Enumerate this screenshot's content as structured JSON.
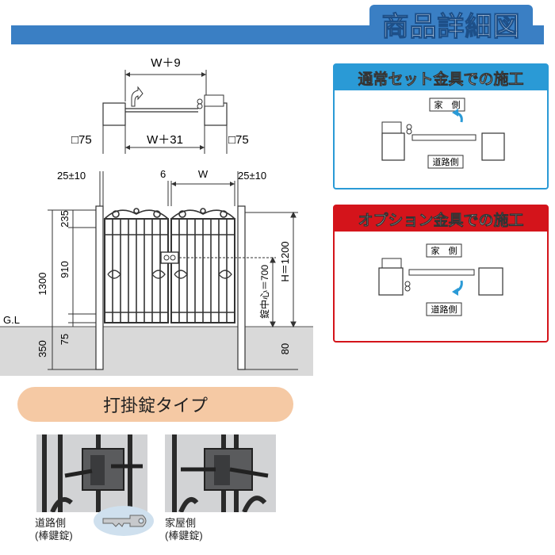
{
  "header": {
    "title": "商品詳細図"
  },
  "top_view": {
    "w_top": "W＋9",
    "w_bottom": "W＋31",
    "post_left": "□75",
    "post_right": "□75"
  },
  "front_view": {
    "clearance_left": "25±10",
    "gap_center": "6",
    "width": "W",
    "clearance_right": "25±10",
    "dim_1300": "1300",
    "dim_235": "235",
    "dim_910": "910",
    "dim_75": "75",
    "dim_350": "350",
    "ground_label": "G.L",
    "lock_center": "錠中心＝700",
    "height": "H＝1200",
    "dim_80": "80"
  },
  "panels": {
    "normal": {
      "title": "通常セット金具での施工",
      "house_side": "家　側",
      "road_side": "道路側"
    },
    "option": {
      "title": "オプション金具での施工",
      "house_side": "家　側",
      "road_side": "道路側"
    }
  },
  "lock": {
    "type_label": "打掛錠タイプ",
    "road_side_caption_1": "道路側",
    "road_side_caption_2": "(棒鍵錠)",
    "house_side_caption_1": "家屋側",
    "house_side_caption_2": "(棒鍵錠)"
  },
  "colors": {
    "header_blue": "#3a7fc4",
    "normal_panel": "#2a9ad6",
    "option_panel": "#d4141b",
    "pill": "#f5c9a4",
    "ground": "#d9d9d9"
  }
}
